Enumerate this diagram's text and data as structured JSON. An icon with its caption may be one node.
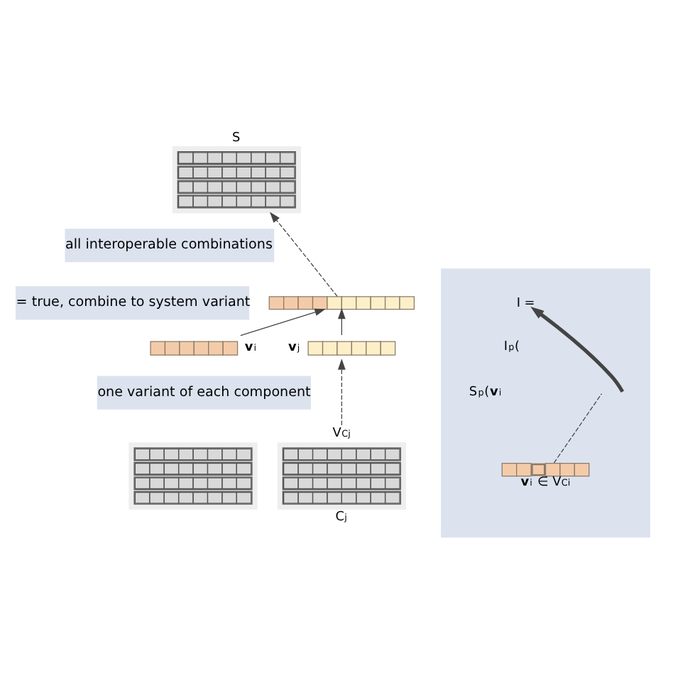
{
  "diagram": {
    "nodes": [
      {
        "text": [
          "S"
        ]
      },
      {
        "text": [
          "all interoperable combinations"
        ]
      },
      {
        "text": [],
        "shape": "bar"
      },
      {
        "text": [
          "= true, combine to system variant"
        ]
      },
      {
        "text": [
          "**v**$_{i}$"
        ]
      },
      {
        "text": [
          "**v**$_{j}$"
        ]
      },
      {
        "text": [
          "one variant of each component"
        ]
      },
      {
        "text": [],
        "shape": "box"
      },
      {
        "text": [
          "V$_{Cj}$",
          "C$_{j}$"
        ]
      },
      {
        "text": [],
        "shape": "box"
      },
      {
        "text": [
          "I ="
        ],
        "in": 9
      },
      {
        "text": [
          "I$_{p}$("
        ],
        "in": 9
      },
      {
        "text": [
          "S$_{p}$(**v**$_{i}$"
        ],
        "in": 9
      },
      {
        "text": [
          "**v**$_{i}$ ∈ V$_{Ci}$"
        ],
        "in": 9
      }
    ],
    "edges": [
      {
        "from": 2,
        "to": 0,
        "arrow": "to",
        "style": "dashed"
      },
      {
        "from": 4,
        "to": 2,
        "arrow": "to"
      },
      {
        "from": 5,
        "to": 2,
        "arrow": "to"
      },
      {
        "from": 8,
        "to": 5,
        "arrow": "to",
        "style": "dashed"
      },
      {
        "from": null,
        "to": 10,
        "arrow": "to",
        "style": "thick"
      },
      {
        "from": 13,
        "to": null,
        "arrow": "none",
        "style": "dashed"
      }
    ]
  }
}
